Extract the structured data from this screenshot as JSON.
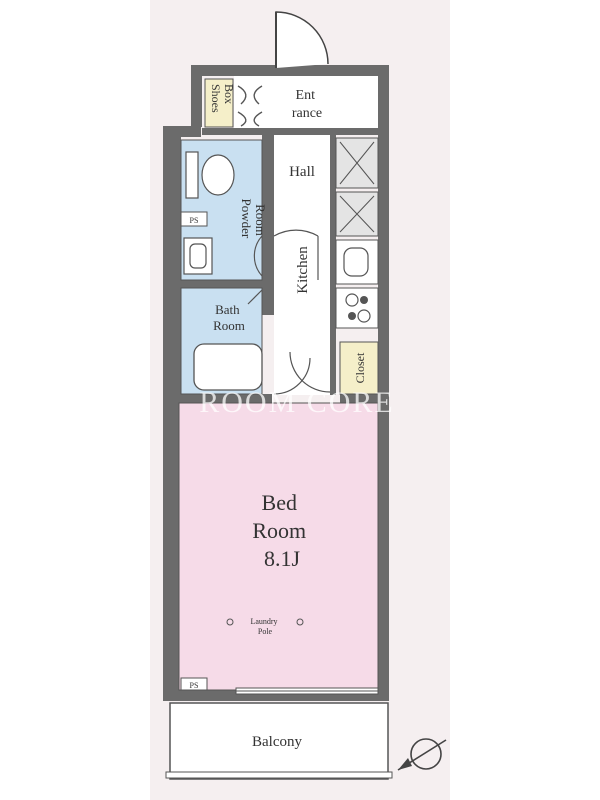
{
  "floorplan": {
    "rooms": {
      "shoes_box": [
        "Shoes",
        "Box"
      ],
      "entrance": [
        "Ent",
        "rance"
      ],
      "hall": "Hall",
      "powder_room": [
        "Powder",
        "Room"
      ],
      "kitchen": "Kitchen",
      "bath_room": [
        "Bath",
        "Room"
      ],
      "closet": "Closet",
      "bedroom": [
        "Bed",
        "Room",
        "8.1J"
      ],
      "laundry_pole": [
        "Laundry",
        "Pole"
      ],
      "balcony": "Balcony",
      "ps_small_1": "PS",
      "ps_small_2": "PS"
    },
    "watermark": "ROOM CORE",
    "colors": {
      "wall": "#6b6b6b",
      "bedroom": "#f6dbe8",
      "wet_area": "#c9e0f1",
      "shoes_box": "#f5efc9",
      "page": "#f5eff0"
    }
  }
}
